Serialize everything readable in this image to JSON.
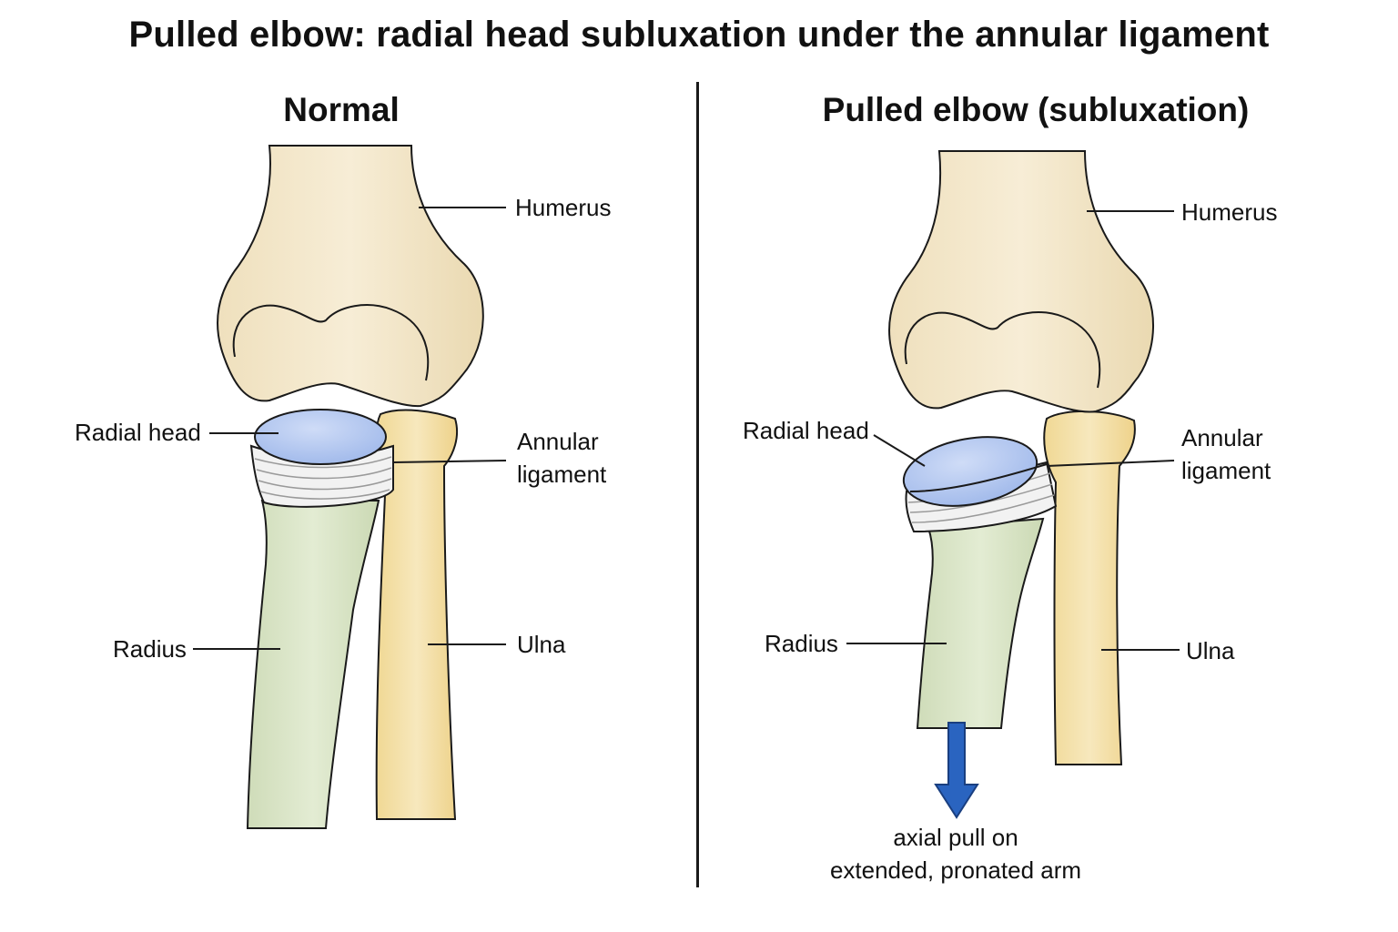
{
  "title": "Pulled elbow: radial head subluxation under the annular ligament",
  "panels": {
    "normal": {
      "title": "Normal",
      "labels": {
        "humerus": "Humerus",
        "radial_head": "Radial head",
        "annular_ligament": [
          "Annular",
          "ligament"
        ],
        "radius": "Radius",
        "ulna": "Ulna"
      }
    },
    "pulled": {
      "title": "Pulled elbow (subluxation)",
      "labels": {
        "humerus": "Humerus",
        "radial_head": "Radial head",
        "annular_ligament": [
          "Annular",
          "ligament"
        ],
        "radius": "Radius",
        "ulna": "Ulna"
      },
      "arrow_caption": [
        "axial pull on",
        "extended, pronated arm"
      ]
    }
  },
  "colors": {
    "humerus": "#f1e4c4",
    "ulna": "#f3dea3",
    "radius": "#d9e5c6",
    "radial_head": "#b4c8ef",
    "ligament": "#f2f2f2",
    "arrow": "#2a64c0",
    "outline": "#1a1a1a"
  }
}
